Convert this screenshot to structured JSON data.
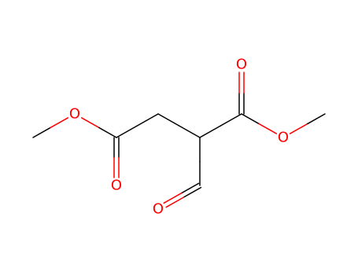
{
  "molecule": {
    "atoms": [
      {
        "id": "c_methyl_left",
        "element": "C",
        "label": ""
      },
      {
        "id": "o_ester_left",
        "element": "O",
        "label": "O"
      },
      {
        "id": "c_carbonyl_left",
        "element": "C",
        "label": ""
      },
      {
        "id": "o_carbonyl_left",
        "element": "O",
        "label": "O"
      },
      {
        "id": "c_ch2",
        "element": "C",
        "label": ""
      },
      {
        "id": "c_ch",
        "element": "C",
        "label": ""
      },
      {
        "id": "c_carbonyl_right",
        "element": "C",
        "label": ""
      },
      {
        "id": "o_carbonyl_right",
        "element": "O",
        "label": "O"
      },
      {
        "id": "o_ester_right",
        "element": "O",
        "label": "O"
      },
      {
        "id": "c_methyl_right",
        "element": "C",
        "label": ""
      },
      {
        "id": "c_aldehyde",
        "element": "C",
        "label": ""
      },
      {
        "id": "o_aldehyde",
        "element": "O",
        "label": "O"
      }
    ],
    "bonds": [
      {
        "from": "c_methyl_left",
        "to": "o_ester_left",
        "order": 1
      },
      {
        "from": "o_ester_left",
        "to": "c_carbonyl_left",
        "order": 1
      },
      {
        "from": "c_carbonyl_left",
        "to": "o_carbonyl_left",
        "order": 2
      },
      {
        "from": "c_carbonyl_left",
        "to": "c_ch2",
        "order": 1
      },
      {
        "from": "c_ch2",
        "to": "c_ch",
        "order": 1
      },
      {
        "from": "c_ch",
        "to": "c_carbonyl_right",
        "order": 1
      },
      {
        "from": "c_carbonyl_right",
        "to": "o_carbonyl_right",
        "order": 2
      },
      {
        "from": "c_carbonyl_right",
        "to": "o_ester_right",
        "order": 1
      },
      {
        "from": "o_ester_right",
        "to": "c_methyl_right",
        "order": 1
      },
      {
        "from": "c_ch",
        "to": "c_aldehyde",
        "order": 1
      },
      {
        "from": "c_aldehyde",
        "to": "o_aldehyde",
        "order": 2
      }
    ]
  },
  "colors": {
    "carbon": "#000000",
    "oxygen": "#ff0000",
    "background": "#ffffff"
  }
}
